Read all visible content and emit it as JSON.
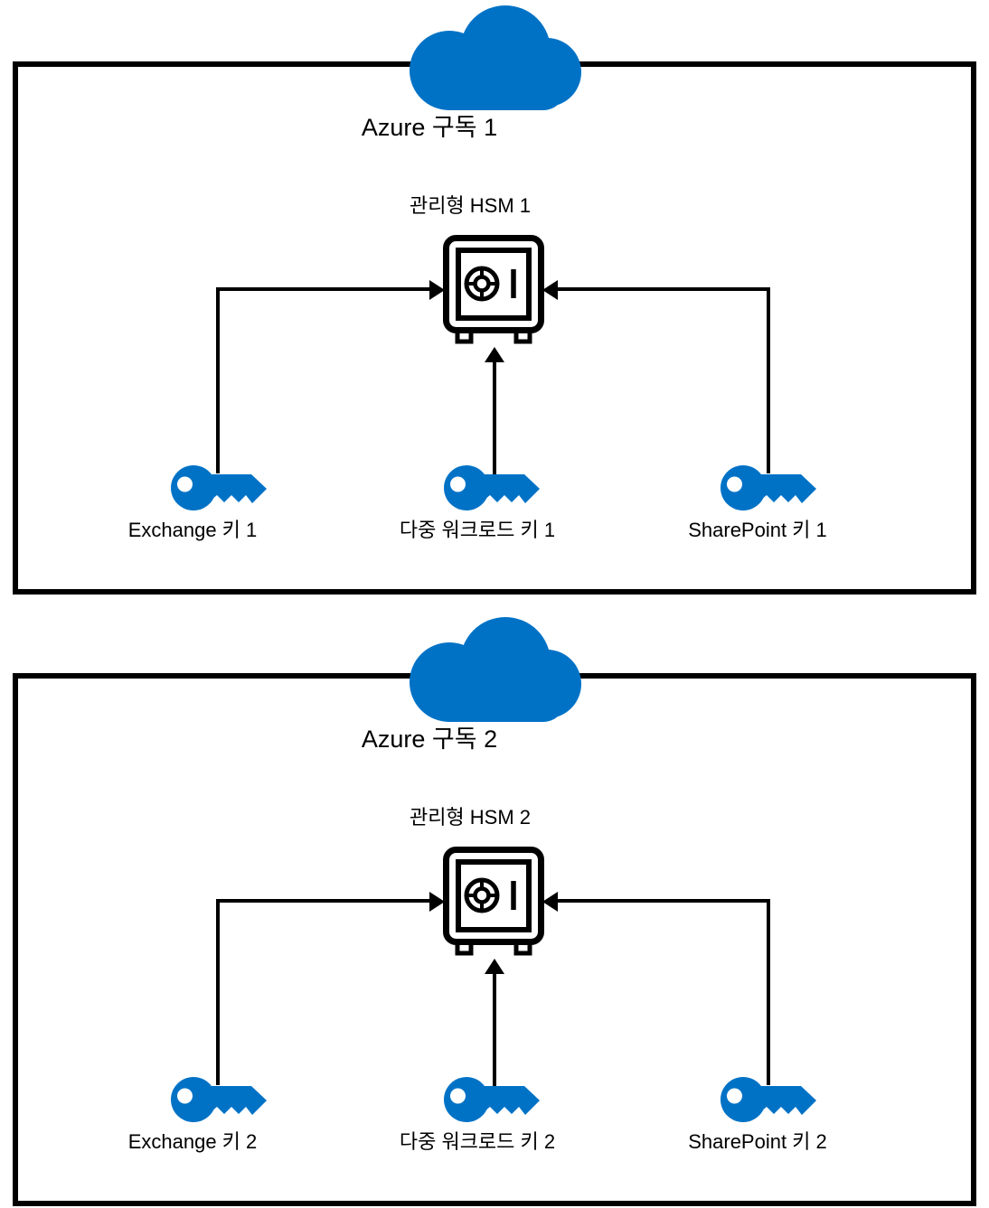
{
  "colors": {
    "brand_blue": "#0072C6",
    "outline_black": "#000000",
    "background_white": "#FFFFFF"
  },
  "icons": {
    "subscription": "cloud-icon",
    "hsm": "safe-icon",
    "key": "key-icon"
  },
  "subscriptions": [
    {
      "title": "Azure 구독 1",
      "hsm_label": "관리형 HSM 1",
      "keys": [
        {
          "label": "Exchange 키 1"
        },
        {
          "label": "다중 워크로드 키 1"
        },
        {
          "label": "SharePoint 키 1"
        }
      ]
    },
    {
      "title": "Azure 구독 2",
      "hsm_label": "관리형 HSM 2",
      "keys": [
        {
          "label": "Exchange 키 2"
        },
        {
          "label": "다중 워크로드 키 2"
        },
        {
          "label": "SharePoint 키 2"
        }
      ]
    }
  ],
  "diagram": {
    "type": "architecture-diagram",
    "edges": [
      {
        "from": "Exchange 키 1",
        "to": "관리형 HSM 1"
      },
      {
        "from": "다중 워크로드 키 1",
        "to": "관리형 HSM 1"
      },
      {
        "from": "SharePoint 키 1",
        "to": "관리형 HSM 1"
      },
      {
        "from": "Exchange 키 2",
        "to": "관리형 HSM 2"
      },
      {
        "from": "다중 워크로드 키 2",
        "to": "관리형 HSM 2"
      },
      {
        "from": "SharePoint 키 2",
        "to": "관리형 HSM 2"
      }
    ]
  }
}
